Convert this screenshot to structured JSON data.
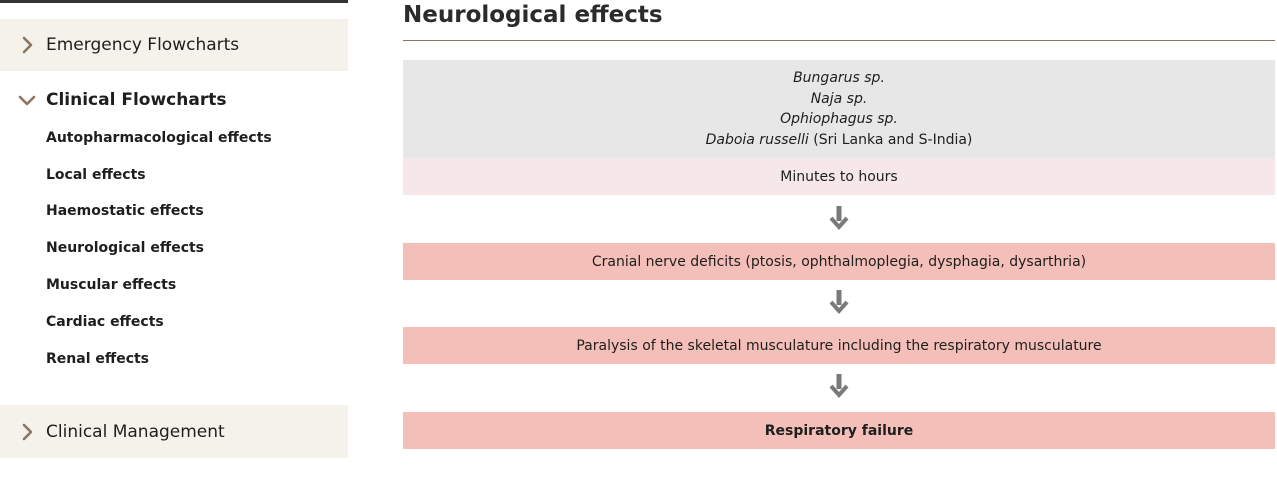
{
  "sidebar": {
    "sections": {
      "emergency": {
        "label": "Emergency Flowcharts",
        "icon": "chevron-right-icon"
      },
      "clinical": {
        "label": "Clinical Flowcharts",
        "icon": "chevron-down-icon",
        "items": [
          "Autopharmacological effects",
          "Local effects",
          "Haemostatic effects",
          "Neurological effects",
          "Muscular effects",
          "Cardiac effects",
          "Renal effects"
        ]
      },
      "management": {
        "label": "Clinical Management",
        "icon": "chevron-right-icon"
      }
    }
  },
  "main": {
    "title": "Neurological effects",
    "species": [
      {
        "name": "Bungarus sp.",
        "note": ""
      },
      {
        "name": "Naja sp.",
        "note": ""
      },
      {
        "name": "Ophiophagus sp.",
        "note": ""
      },
      {
        "name": "Daboia russelli",
        "note": " (Sri Lanka and S-India)"
      }
    ],
    "onset": "Minutes to hours",
    "steps": [
      "Cranial nerve deficits (ptosis, ophthalmoplegia, dysphagia, dysarthria)",
      "Paralysis of the skeletal musculature including the respiratory musculature",
      "Respiratory failure"
    ]
  },
  "colors": {
    "chevron": "#8a7560",
    "arrow": "#7a7a7a",
    "species_bg": "#e7e7e7",
    "onset_bg": "#f6e8e8",
    "step_bg": "#f4bfb8",
    "sidebar_bg": "#f5f2ec"
  }
}
